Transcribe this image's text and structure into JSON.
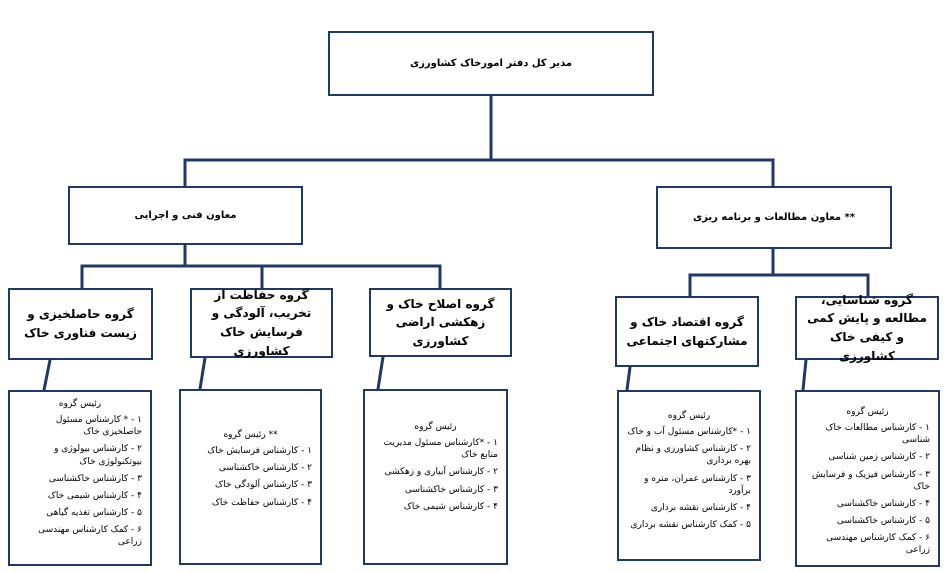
{
  "director": {
    "title": "مدیر کل دفتر امورخاک کشاورزی"
  },
  "deputies": {
    "technical": {
      "title": "معاون فنی و اجرایی"
    },
    "studies": {
      "title": "** معاون مطالعات و برنامه ریزی"
    }
  },
  "groups": [
    {
      "title": "گروه حاصلخیزی و زیست فناوری خاک",
      "head": "رئیس گروه",
      "items": [
        "۱ - * کارشناس مسئول حاصلخیزی خاک",
        "۲ - کارشناس بیولوژی و بیوتکنولوژی خاک",
        "۳ - کارشناس خاکشناسی",
        "۴ - کارشناس شیمی خاک",
        "۵ - کارشناس تغذیه گیاهی",
        "۶ - کمک کارشناس مهندسی زراعی"
      ]
    },
    {
      "title": "گروه حفاظت از تخریب، آلودگی و فرسایش خاک کشاورزی",
      "head": "** رئیس گروه",
      "items": [
        "۱ - کارشناس فرسایش خاک",
        "۲ - کارشناس خاکشناسی",
        "۳ - کارشناس آلودگی خاک",
        "۴ - کارشناس حفاظت خاک"
      ]
    },
    {
      "title": "گروه اصلاح خاک و زهکشی اراضی کشاورزی",
      "head": "رئیس گروه",
      "items": [
        "۱ - *کارشناس مسئول مدیریت منابع خاک",
        "۲ - کارشناس آبیاری و زهکشی",
        "۳ - کارشناس خاکشناسی",
        "۴ - کارشناس شیمی خاک"
      ]
    },
    {
      "title": "گروه اقتصاد خاک و مشارکتهای اجتماعی",
      "head": "رئیس گروه",
      "items": [
        "۱ - *کارشناس مسئول آب و خاک",
        "۲ - کارشناس کشاورزی و نظام بهره برداری",
        "۳ - کارشناس عمران، متره و برآورد",
        "۴ - کارشناس نقشه برداری",
        "۵ - کمک کارشناس نقشه برداری"
      ]
    },
    {
      "title": "گروه شناسایی، مطالعه و پایش کمی و کیفی خاک کشاورزی",
      "head": "رئیس گروه",
      "items": [
        "۱ - کارشناس مطالعات خاک شناسی",
        "۲ - کارشناس زمین شناسی",
        "۳ - کارشناس فیزیک و فرسایش خاک",
        "۴ - کارشناس خاکشناسی",
        "۵ - کارشناس خاکشناسی",
        "۶ - کمک کارشناس مهندسی زراعی"
      ]
    }
  ],
  "colors": {
    "border": "#1f3864",
    "background": "#ffffff",
    "text": "#000000"
  }
}
